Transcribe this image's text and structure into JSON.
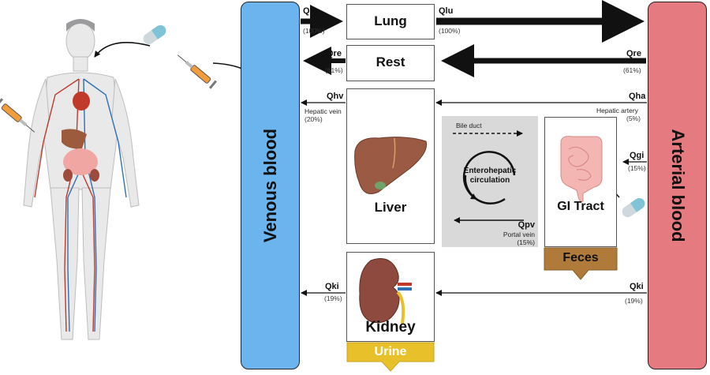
{
  "compartments": {
    "lung": "Lung",
    "rest": "Rest",
    "liver": "Liver",
    "gi_tract": "GI Tract",
    "kidney": "Kidney"
  },
  "blood": {
    "venous": "Venous blood",
    "arterial": "Arterial blood"
  },
  "outputs": {
    "feces": "Feces",
    "urine": "Urine"
  },
  "flows": {
    "qlu_in": {
      "label": "Qlu",
      "pct": "(100%)"
    },
    "qlu_out": {
      "label": "Qlu",
      "pct": "(100%)"
    },
    "qre_in": {
      "label": "Qre",
      "pct": "(61%)"
    },
    "qre_out": {
      "label": "Qre",
      "pct": "(61%)"
    },
    "qhv": {
      "label": "Qhv",
      "sub": "Hepatic vein",
      "pct": "(20%)"
    },
    "qha": {
      "label": "Qha",
      "sub": "Hepatic artery",
      "pct": "(5%)"
    },
    "qgi": {
      "label": "Qgi",
      "pct": "(15%)"
    },
    "qpv": {
      "label": "Qpv",
      "sub": "Portal vein",
      "pct": "(15%)"
    },
    "qki_in": {
      "label": "Qki",
      "pct": "(19%)"
    },
    "qki_out": {
      "label": "Qki",
      "pct": "(19%)"
    }
  },
  "enterohepatic": {
    "bile_duct": "Bile duct",
    "title_line1": "Enterohepatic",
    "title_line2": "circulation"
  },
  "colors": {
    "venous": "#6cb4ee",
    "arterial": "#e57b80",
    "feces": "#b07a3a",
    "urine": "#e8c02a",
    "entero_bg": "#d9d9d9"
  },
  "icons": [
    "human-body-icon",
    "syringe-icon",
    "capsule-icon",
    "liver-icon",
    "intestine-icon",
    "kidney-icon"
  ]
}
